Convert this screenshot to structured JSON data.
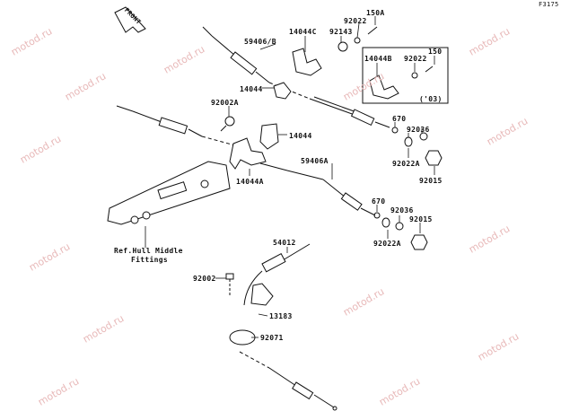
{
  "diagram": {
    "figure_code": "F3175",
    "front_arrow": "FRONT",
    "watermark": "motod.ru",
    "labels": {
      "p59406B": "59406/B",
      "p14044C": "14044C",
      "p92143": "92143",
      "p92022a": "92022",
      "p150A": "150A",
      "p14044B": "14044B",
      "p92022b": "92022",
      "p150": "150",
      "p03": "('03)",
      "p14044a": "14044",
      "p92002A": "92002A",
      "p14044b": "14044",
      "p14044A": "14044A",
      "p59406A": "59406A",
      "p670a": "670",
      "p92036a": "92036",
      "p92022Aa": "92022A",
      "p92015a": "92015",
      "p670b": "670",
      "p92036b": "92036",
      "p92015b": "92015",
      "p92022Ab": "92022A",
      "ref1": "Ref.Hull Middle",
      "ref2": "Fittings",
      "p54012": "54012",
      "p92002": "92002",
      "p13183": "13183",
      "p92071": "92071"
    }
  }
}
